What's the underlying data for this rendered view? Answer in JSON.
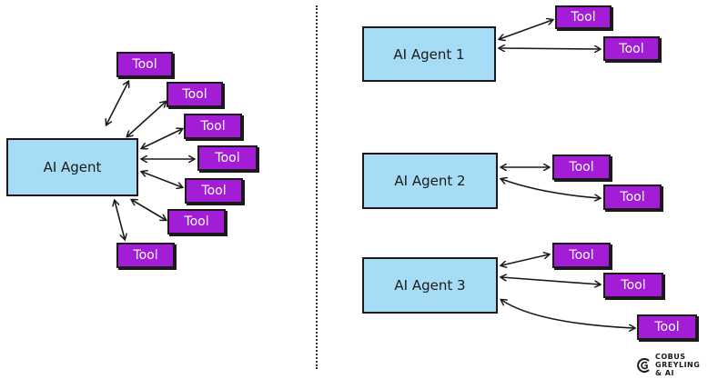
{
  "left": {
    "agent": {
      "label": "AI Agent"
    },
    "tools": [
      "Tool",
      "Tool",
      "Tool",
      "Tool",
      "Tool",
      "Tool",
      "Tool"
    ]
  },
  "right": {
    "agents": [
      {
        "label": "AI Agent 1",
        "tools": [
          "Tool",
          "Tool"
        ]
      },
      {
        "label": "AI Agent 2",
        "tools": [
          "Tool",
          "Tool"
        ]
      },
      {
        "label": "AI Agent 3",
        "tools": [
          "Tool",
          "Tool",
          "Tool"
        ]
      }
    ]
  },
  "brand": {
    "name": "COBUS GREYLING\n& AI",
    "icon": "cg-logo-icon"
  },
  "colors": {
    "agent_fill": "#a7dcf7",
    "tool_fill": "#a31cd6",
    "line": "#1a1a1a"
  }
}
